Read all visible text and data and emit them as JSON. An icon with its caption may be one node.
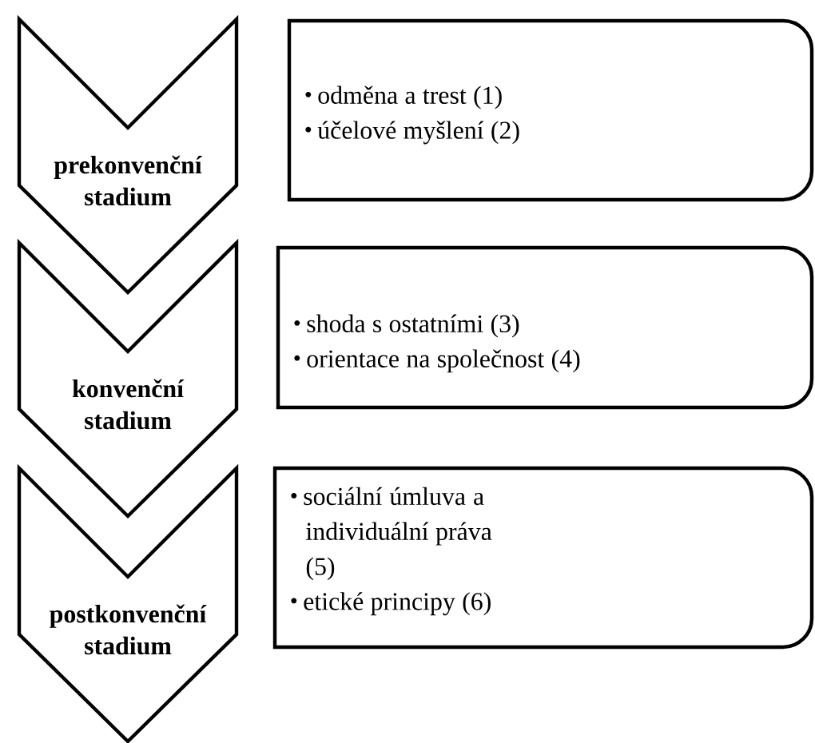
{
  "diagram": {
    "nodes": [
      {
        "text": [
          "prekonvenční stadium"
        ]
      },
      {
        "text": [
          "odměna a trest (1)",
          "účelové myšlení (2)"
        ]
      },
      {
        "text": [
          "konvenční stadium"
        ]
      },
      {
        "text": [
          "shoda s ostatními (3)",
          "orientace na společnost (4)"
        ]
      },
      {
        "text": [
          "postkonvenční stadium"
        ]
      },
      {
        "text": [
          "sociální úmluva a individuální práva (5)",
          "etické principy (6)"
        ]
      }
    ]
  }
}
